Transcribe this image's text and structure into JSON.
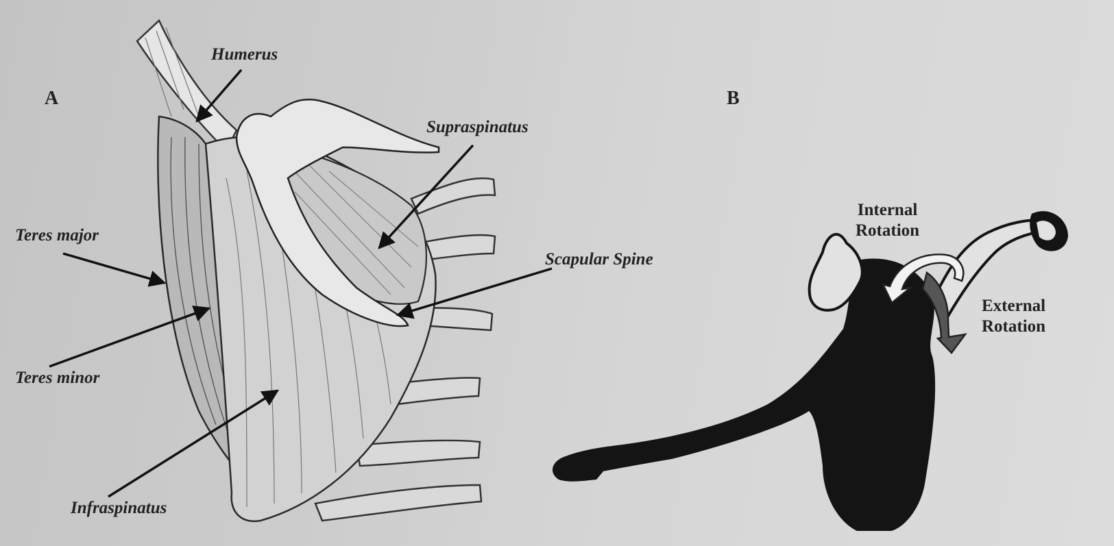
{
  "panel_a": {
    "letter": "A",
    "labels": {
      "humerus": "Humerus",
      "supraspinatus": "Supraspinatus",
      "scapular_spine": "Scapular Spine",
      "teres_major": "Teres major",
      "teres_minor": "Teres minor",
      "infraspinatus": "Infraspinatus"
    }
  },
  "panel_b": {
    "letter": "B",
    "internal_rotation": {
      "line1": "Internal",
      "line2": "Rotation"
    },
    "external_rotation": {
      "line1": "External",
      "line2": "Rotation"
    }
  }
}
